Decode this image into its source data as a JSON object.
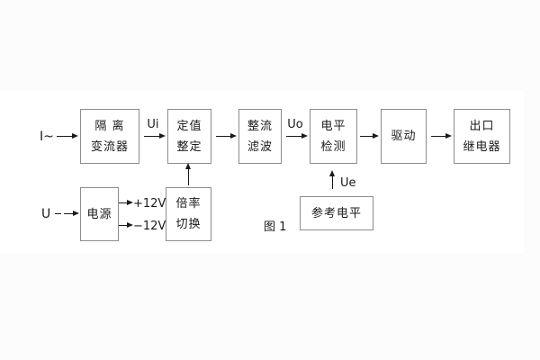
{
  "figure": {
    "caption": "图 1",
    "blocks": {
      "isolation": {
        "line1": "隔 离",
        "line2": "变流器"
      },
      "setting": {
        "line1": "定值",
        "line2": "整定"
      },
      "rectifier": {
        "line1": "整流",
        "line2": "滤波"
      },
      "level": {
        "line1": "电平",
        "line2": "检测"
      },
      "drive": {
        "line1": "驱动"
      },
      "relay": {
        "line1": "出口",
        "line2": "继电器"
      },
      "power": {
        "line1": "电源"
      },
      "ratio": {
        "line1": "倍率",
        "line2": "切换"
      },
      "reference": {
        "line1": "参考电平"
      }
    },
    "labels": {
      "input_current": "I~",
      "input_voltage": "U",
      "ui": "Ui",
      "uo": "Uo",
      "ue": "Ue",
      "plus12": "+12V",
      "minus12": "−12V"
    },
    "colors": {
      "line": "#1a1a1a",
      "box_border": "#8c8c8c",
      "background": "#fcfcfc",
      "panel": "#ffffff"
    }
  }
}
